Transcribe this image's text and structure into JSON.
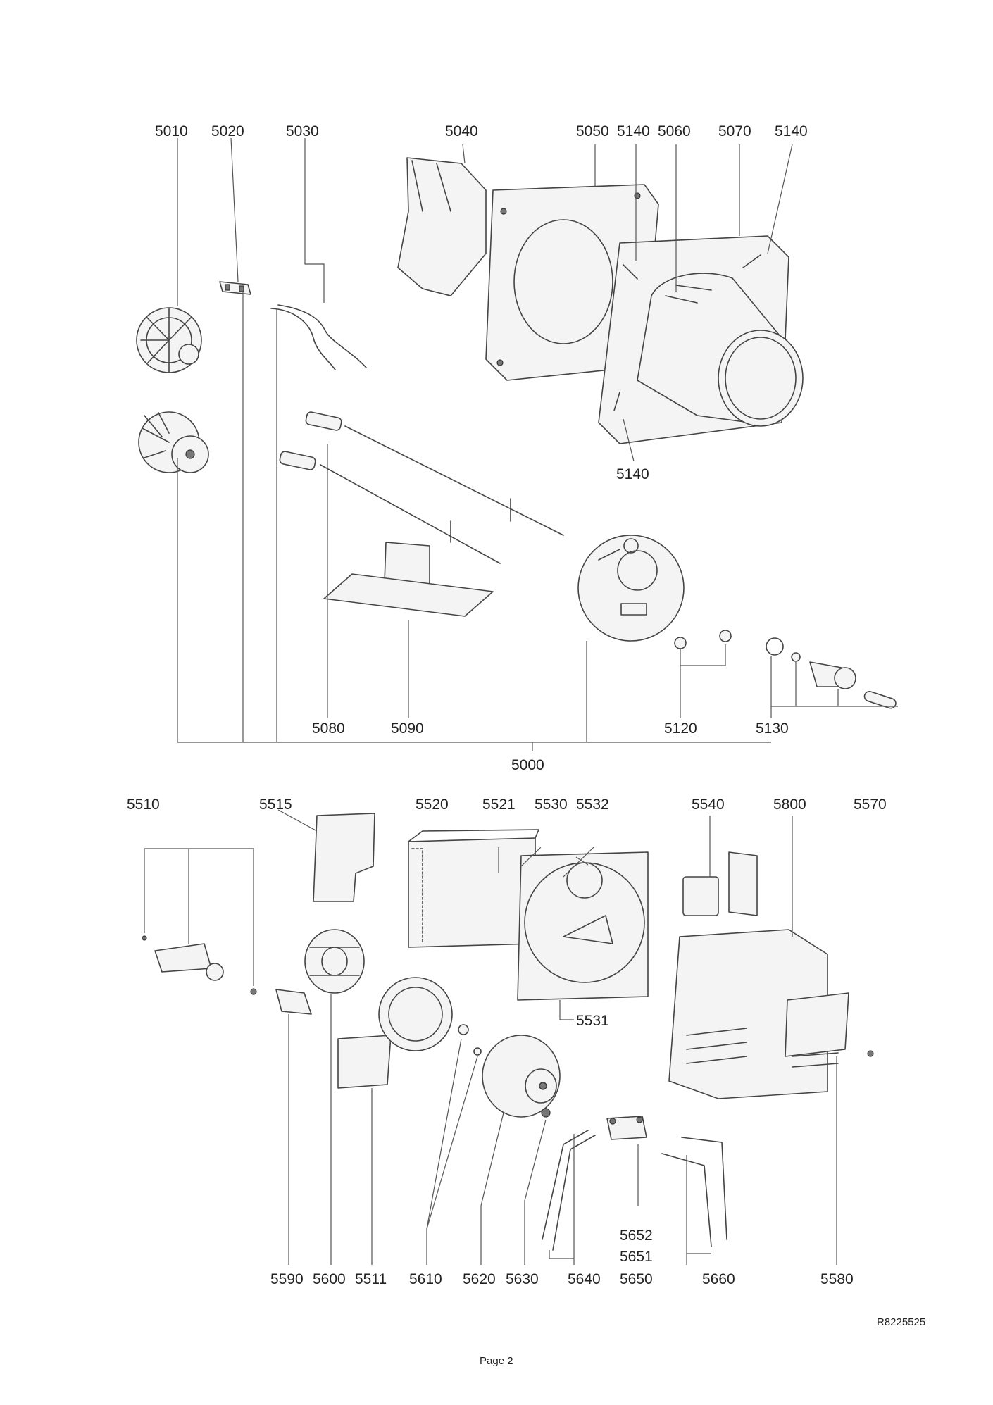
{
  "labels": {
    "l5010": "5010",
    "l5020": "5020",
    "l5030": "5030",
    "l5040": "5040",
    "l5050": "5050",
    "l5140a": "5140",
    "l5060": "5060",
    "l5070": "5070",
    "l5140b": "5140",
    "l5140c": "5140",
    "l5080": "5080",
    "l5090": "5090",
    "l5120": "5120",
    "l5130": "5130",
    "l5000": "5000",
    "l5510": "5510",
    "l5515": "5515",
    "l5520": "5520",
    "l5521": "5521",
    "l5530": "5530",
    "l5532": "5532",
    "l5540": "5540",
    "l5800": "5800",
    "l5570": "5570",
    "l5531": "5531",
    "l5652": "5652",
    "l5651": "5651",
    "l5590": "5590",
    "l5600": "5600",
    "l5511": "5511",
    "l5610": "5610",
    "l5620": "5620",
    "l5630": "5630",
    "l5640": "5640",
    "l5650": "5650",
    "l5660": "5660",
    "l5580": "5580"
  },
  "footer": {
    "reference": "R8225525",
    "page": "Page 2"
  }
}
